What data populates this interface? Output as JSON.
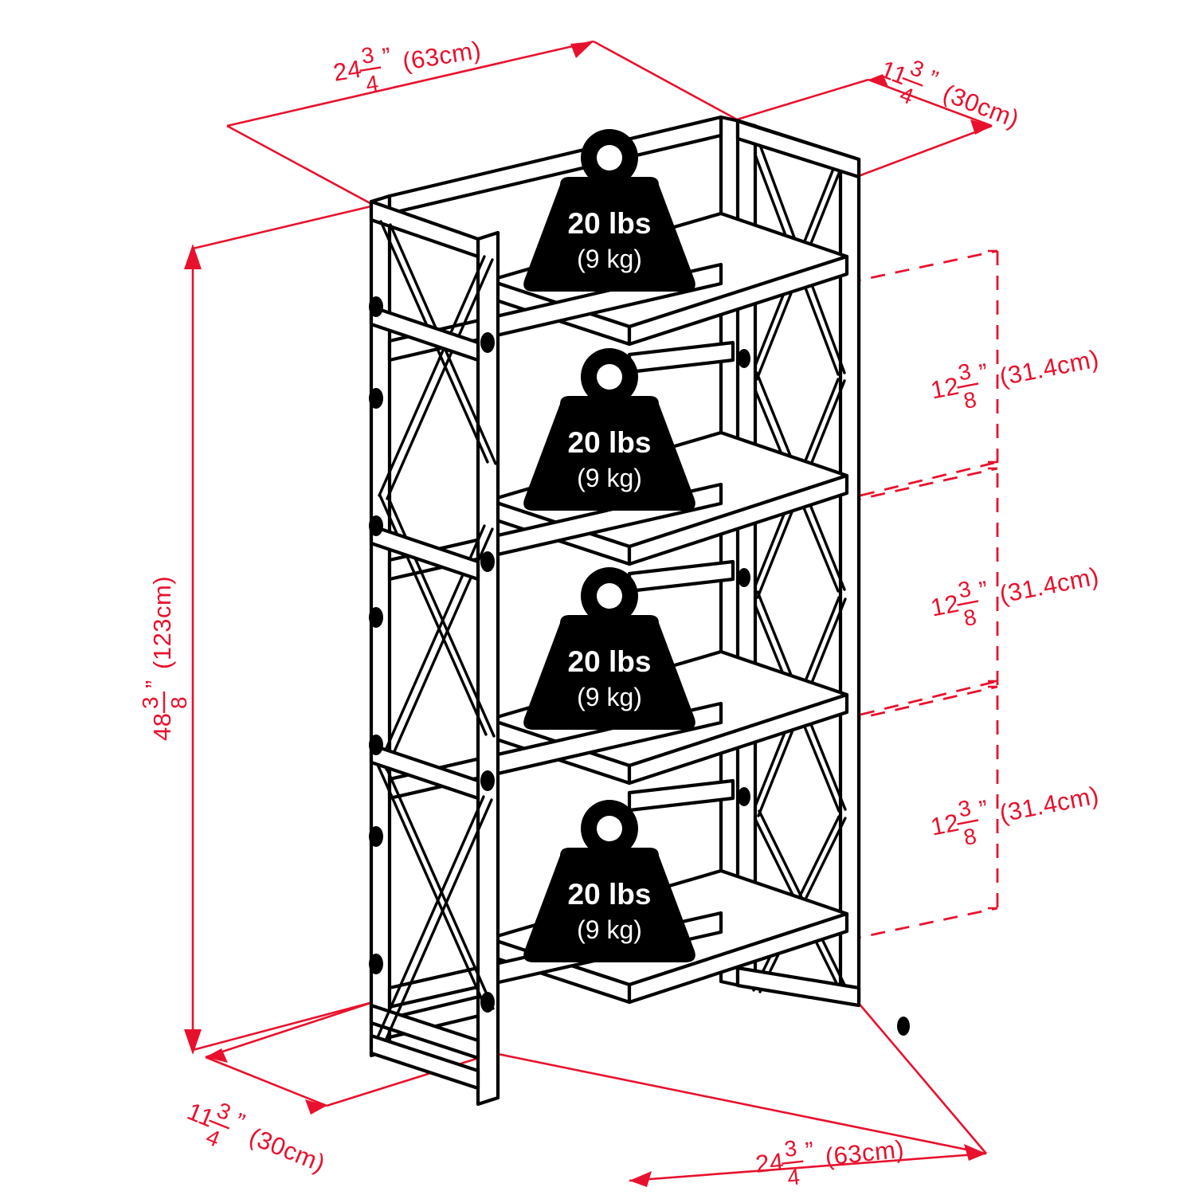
{
  "drawing": {
    "title": "4-Tier Shelving Unit Dimensioned Isometric Drawing",
    "accent_color": "#e8112d",
    "line_color": "#000000",
    "background": "#ffffff"
  },
  "dimensions": {
    "top_left_width": {
      "whole": "24",
      "num": "3",
      "den": "4",
      "unit": "”",
      "metric": "(63cm)",
      "label": "24 3/4” (63cm)"
    },
    "top_right_depth": {
      "whole": "11",
      "num": "3",
      "den": "4",
      "unit": "”",
      "metric": "(30cm)",
      "label": "11 3/4” (30cm)"
    },
    "left_height": {
      "whole": "48",
      "num": "3",
      "den": "8",
      "unit": "”",
      "metric": "(123cm)",
      "label": "48 3/8” (123cm)"
    },
    "bottom_left_depth": {
      "whole": "11",
      "num": "3",
      "den": "4",
      "unit": "”",
      "metric": "(30cm)",
      "label": "11 3/4” (30cm)"
    },
    "bottom_right_width": {
      "whole": "24",
      "num": "3",
      "den": "4",
      "unit": "”",
      "metric": "(63cm)",
      "label": "24 3/4” (63cm)"
    },
    "shelf_gaps": [
      {
        "whole": "12",
        "num": "3",
        "den": "8",
        "unit": "”",
        "metric": "(31.4cm)",
        "label": "12 3/8” (31.4cm)"
      },
      {
        "whole": "12",
        "num": "3",
        "den": "8",
        "unit": "”",
        "metric": "(31.4cm)",
        "label": "12 3/8” (31.4cm)"
      },
      {
        "whole": "12",
        "num": "3",
        "den": "8",
        "unit": "”",
        "metric": "(31.4cm)",
        "label": "12 3/8” (31.4cm)"
      }
    ]
  },
  "weight_badges": [
    {
      "imperial": "20 lbs",
      "metric": "(9 kg)"
    },
    {
      "imperial": "20 lbs",
      "metric": "(9 kg)"
    },
    {
      "imperial": "20 lbs",
      "metric": "(9 kg)"
    },
    {
      "imperial": "20 lbs",
      "metric": "(9 kg)"
    }
  ]
}
